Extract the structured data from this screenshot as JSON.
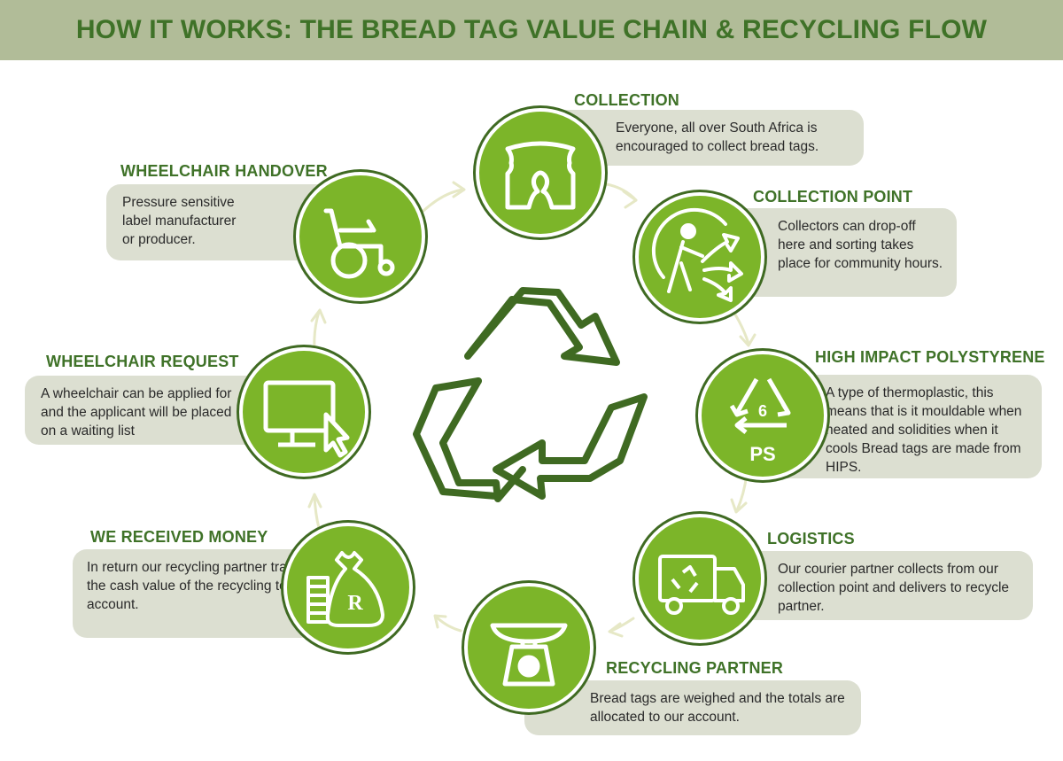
{
  "title": "HOW IT WORKS: THE BREAD TAG VALUE CHAIN & RECYCLING FLOW",
  "colors": {
    "accent": "#7cb529",
    "dark_green": "#3f7228",
    "header_bg": "#b1bc98",
    "card_bg": "#dcdfd1"
  },
  "steps": [
    {
      "title": "COLLECTION",
      "text": "Everyone, all over South Africa is encouraged to collect bread tags.",
      "icon": "bread-tag-icon"
    },
    {
      "title": "COLLECTION POINT",
      "text": "Collectors can drop-off here and sorting takes place for community hours.",
      "icon": "recycling-person-icon"
    },
    {
      "title": "HIGH IMPACT POLYSTYRENE",
      "text": "A type of thermoplastic, this means that is it mouldable when heated and solidities when it cools Bread tags are made from HIPS.",
      "icon": "ps-6-recycling-icon",
      "icon_text": {
        "number": "6",
        "code": "PS"
      }
    },
    {
      "title": "LOGISTICS",
      "text": "Our courier partner collects from our collection point and delivers to recycle partner.",
      "icon": "truck-icon"
    },
    {
      "title": "RECYCLING PARTNER",
      "text": "Bread tags are weighed and the totals are allocated to our account.",
      "icon": "scale-icon"
    },
    {
      "title": "WE RECEIVED MONEY",
      "text": "In return our recycling partner transfers the cash value of the recycling to our account.",
      "icon": "money-bag-icon",
      "icon_text": {
        "currency": "R"
      }
    },
    {
      "title": "WHEELCHAIR REQUEST",
      "text": "A wheelchair can be applied for and the applicant will be placed on a waiting list",
      "icon": "computer-icon"
    },
    {
      "title": "WHEELCHAIR HANDOVER",
      "text": "Pressure sensitive label manufacturer or producer.",
      "icon": "wheelchair-icon"
    }
  ],
  "center_icon": "recycle-symbol-icon"
}
